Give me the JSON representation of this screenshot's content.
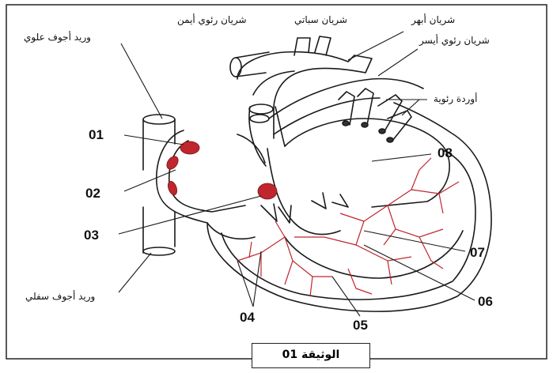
{
  "caption": "الوثيقة 01",
  "labels": {
    "svc": "وريد أجوف علوي",
    "ivc": "وريد أجوف سفلي",
    "rpa": "شريان رئوي أيمن",
    "pa": "شريان سباتي",
    "aorta": "شريان أبهر",
    "lpa": "شريان رئوي أيسر",
    "pv": "أوردة رئوية"
  },
  "numbers": {
    "n01": "01",
    "n02": "02",
    "n03": "03",
    "n04": "04",
    "n05": "05",
    "n06": "06",
    "n07": "07",
    "n08": "08"
  },
  "colors": {
    "node": "#c0262d",
    "conduction": "#c0262d",
    "outline": "#1a1a1a"
  }
}
